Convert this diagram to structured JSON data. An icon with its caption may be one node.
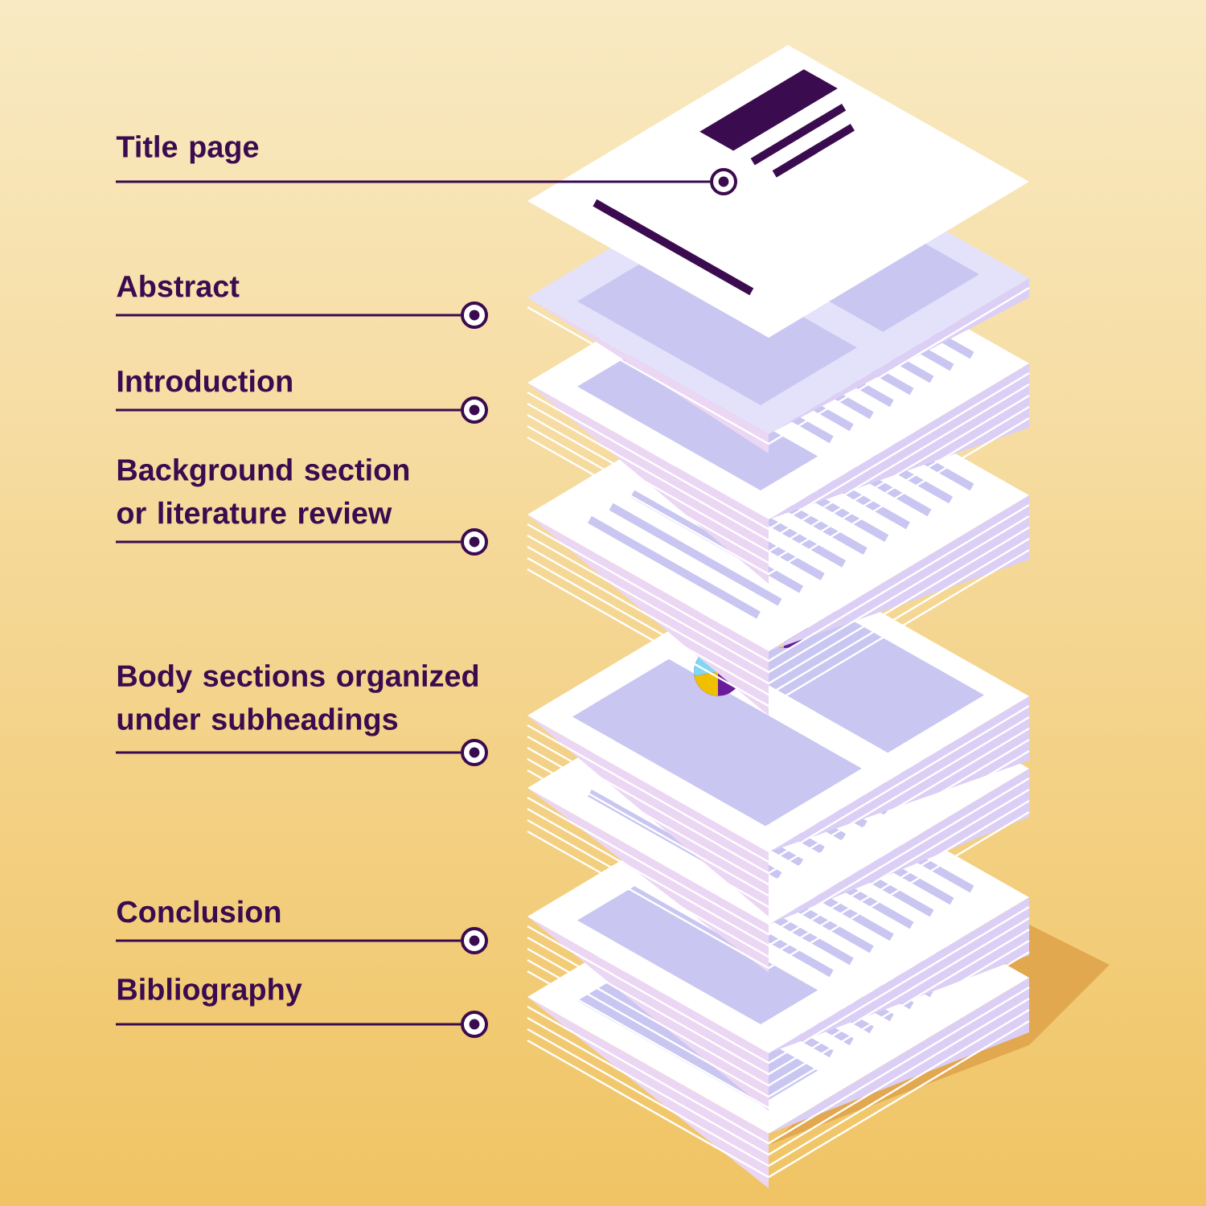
{
  "diagram": {
    "nodes": [
      {
        "text": [
          "Title page"
        ]
      },
      {
        "text": [
          "Abstract"
        ]
      },
      {
        "text": [
          "Introduction"
        ]
      },
      {
        "text": [
          "Background section or literature review"
        ]
      },
      {
        "text": [
          "Body sections organized under subheadings"
        ]
      },
      {
        "text": [
          "Conclusion"
        ]
      },
      {
        "text": [
          "Bibliography"
        ]
      },
      {
        "text": [],
        "shape": "circle"
      },
      {
        "text": [],
        "shape": "circle"
      },
      {
        "text": [],
        "shape": "circle"
      },
      {
        "text": [],
        "shape": "circle"
      },
      {
        "text": [],
        "shape": "circle"
      },
      {
        "text": [],
        "shape": "circle"
      },
      {
        "text": [],
        "shape": "circle"
      }
    ],
    "edges": [
      {
        "from": 0,
        "to": 7,
        "arrow": "none"
      },
      {
        "from": 1,
        "to": 8,
        "arrow": "none"
      },
      {
        "from": 2,
        "to": 9,
        "arrow": "none"
      },
      {
        "from": 3,
        "to": 10,
        "arrow": "none"
      },
      {
        "from": 4,
        "to": 11,
        "arrow": "none"
      },
      {
        "from": 5,
        "to": 12,
        "arrow": "none"
      },
      {
        "from": 6,
        "to": 13,
        "arrow": "none"
      }
    ]
  }
}
